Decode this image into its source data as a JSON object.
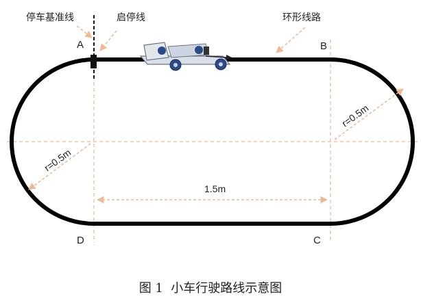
{
  "labels": {
    "stop_line": "停车基准线",
    "start_line": "启停线",
    "track": "环形线路",
    "point_a": "A",
    "point_b": "B",
    "point_c": "C",
    "point_d": "D",
    "radius_right": "r=0.5m",
    "radius_left": "r=0.5m",
    "straight_length": "1.5m"
  },
  "caption": "图 1  小车行驶路线示意图",
  "colors": {
    "track": "#000000",
    "guide": "#f0b890",
    "arrow": "#f0b890",
    "car_body": "#d9dfe8",
    "car_wheel": "#2a4a8a"
  }
}
